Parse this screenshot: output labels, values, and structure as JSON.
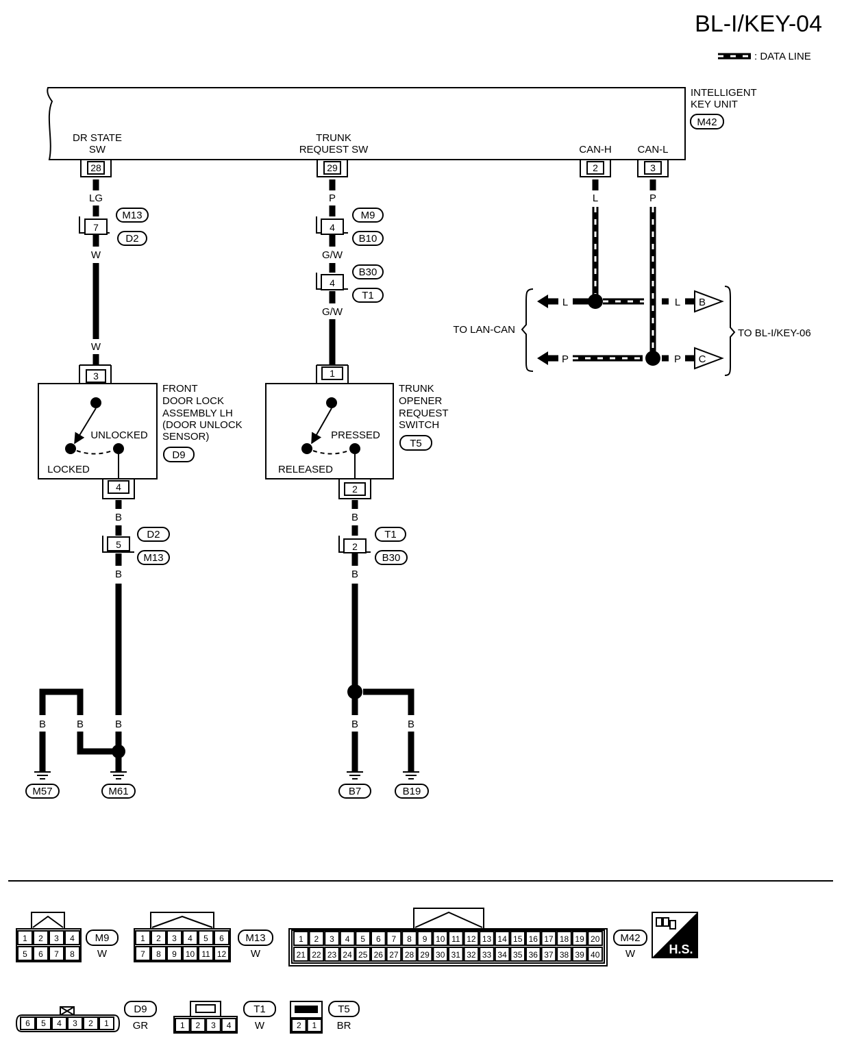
{
  "page_title": "BL-I/KEY-04",
  "legend": {
    "data_line": ": DATA LINE"
  },
  "unit": {
    "name_line1": "INTELLIGENT",
    "name_line2": "KEY UNIT",
    "connector": "M42",
    "terminals": {
      "dr_state_line1": "DR STATE",
      "dr_state_line2": "SW",
      "trunk_line1": "TRUNK",
      "trunk_line2": "REQUEST SW",
      "can_h": "CAN-H",
      "can_l": "CAN-L"
    },
    "pins": {
      "dr_state": "28",
      "trunk": "29",
      "can_h": "2",
      "can_l": "3"
    }
  },
  "left_circuit": {
    "wire1": "LG",
    "wire2": "W",
    "wire3": "W",
    "wire4": "B",
    "wire5": "B",
    "conn1_pin": "7",
    "conn1_a": "M13",
    "conn1_b": "D2",
    "conn2_pin": "5",
    "conn2_a": "D2",
    "conn2_b": "M13",
    "switch_top_pin": "3",
    "switch_bot_pin": "4",
    "switch_name": [
      "FRONT",
      "DOOR LOCK",
      "ASSEMBLY LH",
      "(DOOR UNLOCK",
      "SENSOR)"
    ],
    "switch_conn": "D9",
    "pos_a": "UNLOCKED",
    "pos_b": "LOCKED",
    "ground_wires": [
      "B",
      "B",
      "B"
    ],
    "grounds": [
      "M57",
      "M61"
    ]
  },
  "middle_circuit": {
    "wire1": "P",
    "wire2": "G/W",
    "wire3": "G/W",
    "wire4": "B",
    "wire5": "B",
    "conn1_pin": "4",
    "conn1_a": "M9",
    "conn1_b": "B10",
    "conn2_pin": "4",
    "conn2_a": "B30",
    "conn2_b": "T1",
    "conn3_pin": "2",
    "conn3_a": "T1",
    "conn3_b": "B30",
    "switch_top_pin": "1",
    "switch_bot_pin": "2",
    "switch_name": [
      "TRUNK",
      "OPENER",
      "REQUEST",
      "SWITCH"
    ],
    "switch_conn": "T5",
    "pos_a": "PRESSED",
    "pos_b": "RELEASED",
    "ground_wires": [
      "B",
      "B"
    ],
    "grounds": [
      "B7",
      "B19"
    ]
  },
  "can_circuit": {
    "wire_l": "L",
    "wire_p": "P",
    "to_lan": "TO LAN-CAN",
    "to_bl": "TO BL-I/KEY-06",
    "arrow_b": "B",
    "arrow_c": "C"
  },
  "connectors": {
    "m9": {
      "id": "M9",
      "color": "W",
      "row1": [
        "1",
        "2",
        "3",
        "4"
      ],
      "row2": [
        "5",
        "6",
        "7",
        "8"
      ]
    },
    "m13": {
      "id": "M13",
      "color": "W",
      "row1": [
        "1",
        "2",
        "3",
        "4",
        "5",
        "6"
      ],
      "row2": [
        "7",
        "8",
        "9",
        "10",
        "11",
        "12"
      ]
    },
    "m42": {
      "id": "M42",
      "color": "W",
      "row1": [
        "1",
        "2",
        "3",
        "4",
        "5",
        "6",
        "7",
        "8",
        "9",
        "10",
        "11",
        "12",
        "13",
        "14",
        "15",
        "16",
        "17",
        "18",
        "19",
        "20"
      ],
      "row2": [
        "21",
        "22",
        "23",
        "24",
        "25",
        "26",
        "27",
        "28",
        "29",
        "30",
        "31",
        "32",
        "33",
        "34",
        "35",
        "36",
        "37",
        "38",
        "39",
        "40"
      ]
    },
    "d9": {
      "id": "D9",
      "color": "GR",
      "row1": [
        "6",
        "5",
        "4",
        "3",
        "2",
        "1"
      ]
    },
    "t1": {
      "id": "T1",
      "color": "W",
      "row1": [
        "1",
        "2",
        "3",
        "4"
      ]
    },
    "t5": {
      "id": "T5",
      "color": "BR",
      "row1": [
        "2",
        "1"
      ]
    },
    "hs_label": "H.S."
  }
}
